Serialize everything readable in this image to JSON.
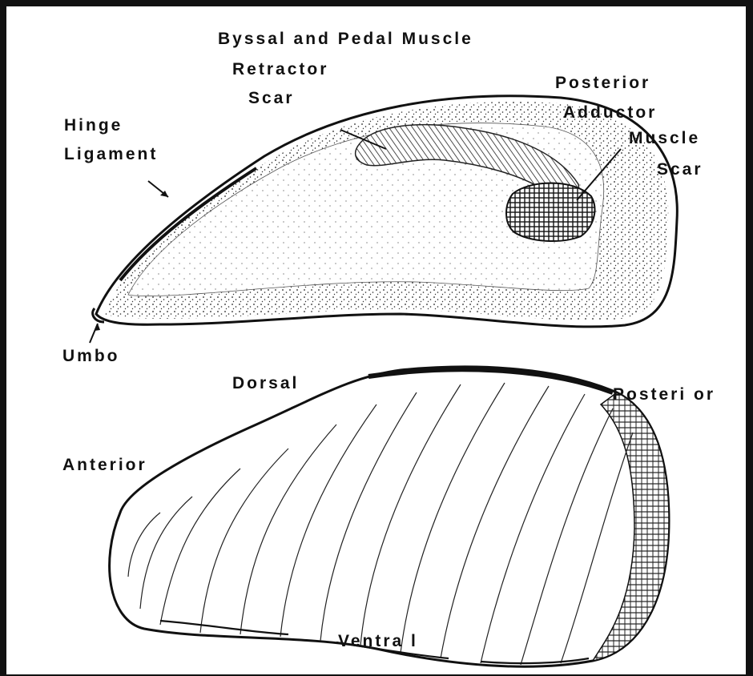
{
  "labels": {
    "byssal_line1": "Byssal and Pedal Muscle",
    "byssal_line2": "Retractor",
    "byssal_line3": "Scar",
    "hinge_line1": "Hinge",
    "hinge_line2": "Ligament",
    "posterior_adductor_line1": "Posterior",
    "posterior_adductor_line2": "Adductor",
    "posterior_adductor_line3": "Muscle",
    "posterior_adductor_line4": "Scar",
    "umbo": "Umbo",
    "dorsal": "Dorsal",
    "posterior": "Posteri or",
    "anterior": "Anterior",
    "ventral": "Ventra l"
  }
}
